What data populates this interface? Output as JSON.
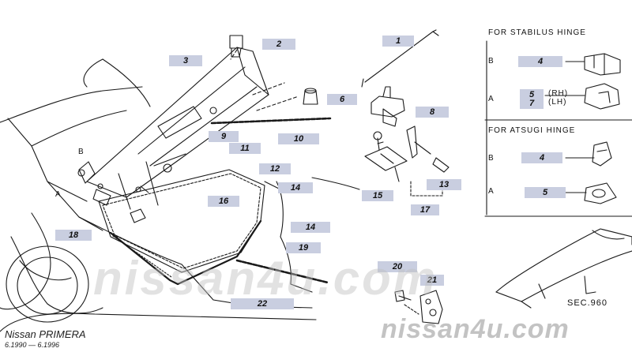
{
  "watermark_center": "nissan4u.com",
  "watermark_corner": "nissan4u.com",
  "model": {
    "name": "Nissan PRIMERA",
    "period": "6.1990 — 6.1996"
  },
  "section_ref": "SEC.960",
  "panel": {
    "stabilus_title": "FOR STABILUS HINGE",
    "atsugi_title": "FOR ATSUGI HINGE",
    "variant_b": "B",
    "variant_a": "A",
    "rh": "(RH)",
    "lh": "(LH)"
  },
  "car_markers": {
    "b": "B",
    "a": "A"
  },
  "callouts": {
    "p1": "1",
    "p2": "2",
    "p3": "3",
    "p4a": "4",
    "p4b": "4",
    "p5a": "5",
    "p5b": "5",
    "p6": "6",
    "p7": "7",
    "p8": "8",
    "p9": "9",
    "p10": "10",
    "p11": "11",
    "p12": "12",
    "p13": "13",
    "p14a": "14",
    "p14b": "14",
    "p15": "15",
    "p16": "16",
    "p17": "17",
    "p18": "18",
    "p19": "19",
    "p20": "20",
    "p21": "21",
    "p22": "22"
  }
}
